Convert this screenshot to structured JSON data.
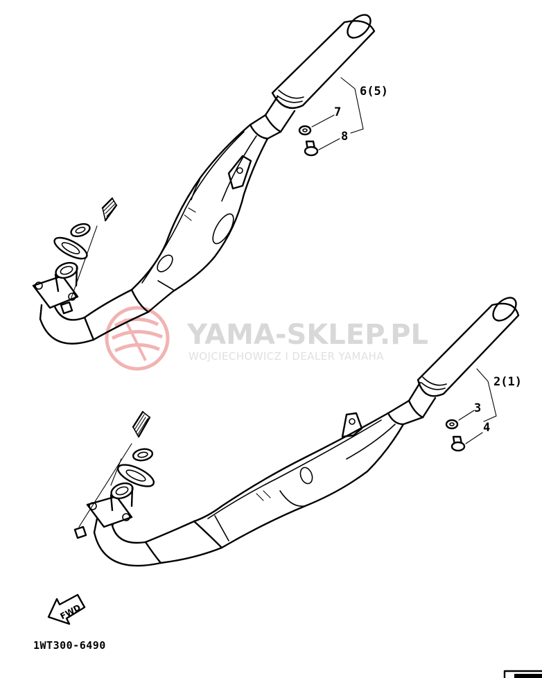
{
  "watermark": {
    "title": "YAMA-SKLEP.PL",
    "subtitle": "WOJCIECHOWICZ I DEALER YAMAHA",
    "logo_color": "#f2b3b3",
    "text_color": "#d8d8d8"
  },
  "callouts": {
    "upper_assembly": "6(5)",
    "upper_gasket": "7",
    "upper_bolt": "8",
    "lower_assembly": "2(1)",
    "lower_gasket": "3",
    "lower_bolt": "4"
  },
  "direction_label": "FWD",
  "diagram_code": "1WT300-6490"
}
